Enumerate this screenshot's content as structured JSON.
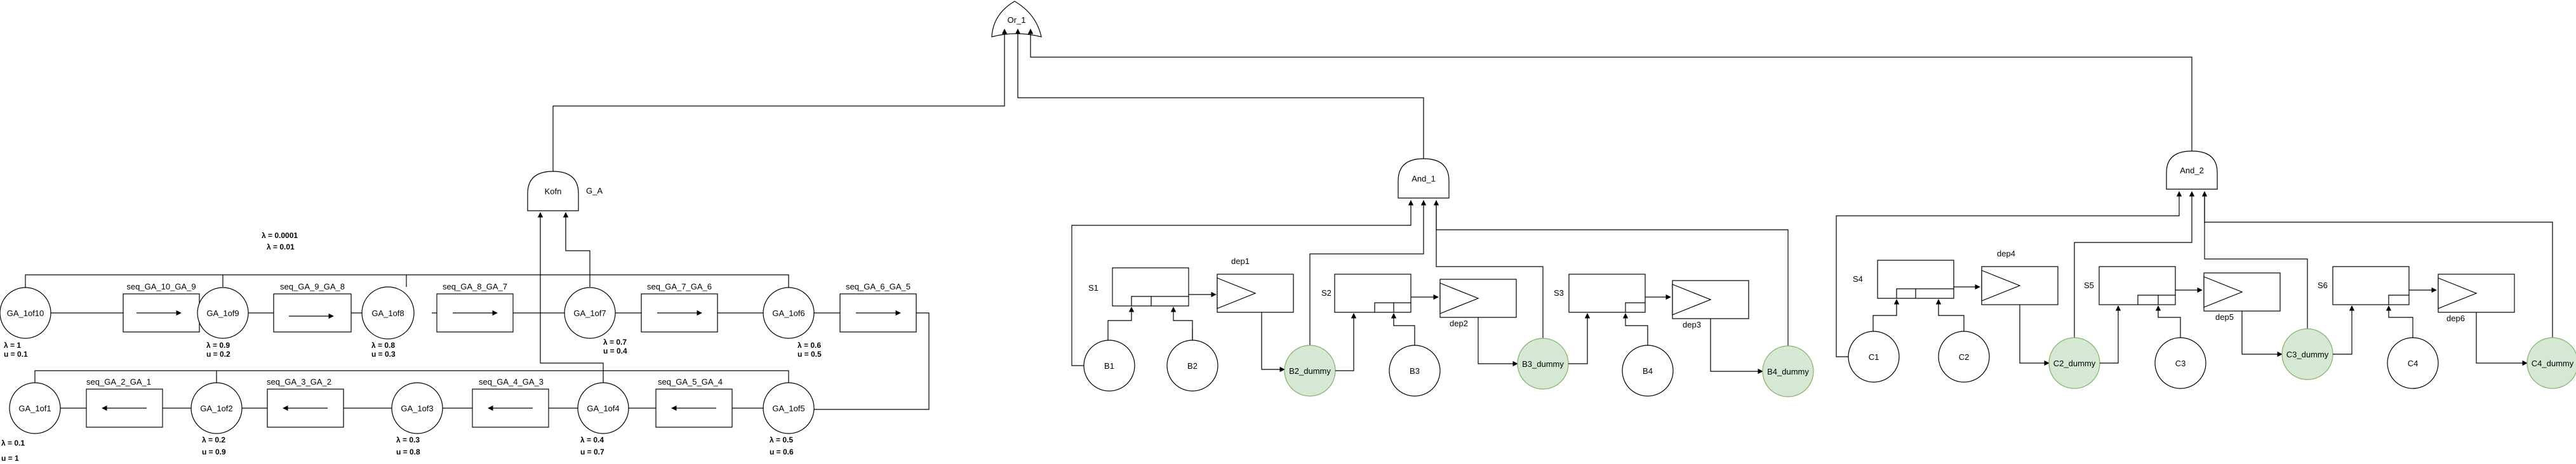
{
  "gates": {
    "or1": "Or_1",
    "kofn": "Kofn",
    "kofn_side": "G_A",
    "and1": "And_1",
    "and2": "And_2"
  },
  "rates_top": {
    "lambda": "λ = 0.0001",
    "lambda2": "λ = 0.01"
  },
  "ga": {
    "n10": "GA_1of10",
    "n9": "GA_1of9",
    "n8": "GA_1of8",
    "n7": "GA_1of7",
    "n6": "GA_1of6",
    "n1": "GA_1of1",
    "n2": "GA_1of2",
    "n3": "GA_1of3",
    "n4": "GA_1of4",
    "n5": "GA_1of5"
  },
  "seq": {
    "s10_9": "seq_GA_10_GA_9",
    "s9_8": "seq_GA_9_GA_8",
    "s8_7": "seq_GA_8_GA_7",
    "s7_6": "seq_GA_7_GA_6",
    "s6_5": "seq_GA_6_GA_5",
    "s2_1": "seq_GA_2_GA_1",
    "s3_2": "seq_GA_3_GA_2",
    "s4_3": "seq_GA_4_GA_3",
    "s5_4": "seq_GA_5_GA_4"
  },
  "params": {
    "p10_l": "λ = 1",
    "p10_u": "u = 0.1",
    "p9_l": "λ = 0.9",
    "p9_u": "u = 0.2",
    "p8_l": "λ = 0.8",
    "p8_u": "u = 0.3",
    "p7_l": "λ = 0.7",
    "p7_u": "u = 0.4",
    "p6_l": "λ = 0.6",
    "p6_u": "u = 0.5",
    "p1_l": "λ = 0.1",
    "p1_u": "u = 1",
    "p2_l": "λ = 0.2",
    "p2_u": "u = 0.9",
    "p3_l": "λ = 0.3",
    "p3_u": "u = 0.8",
    "p4_l": "λ = 0.4",
    "p4_u": "u = 0.7",
    "p5_l": "λ = 0.5",
    "p5_u": "u = 0.6"
  },
  "groupB": {
    "s1": "S1",
    "s2": "S2",
    "s3": "S3",
    "dep1": "dep1",
    "dep2": "dep2",
    "dep3": "dep3",
    "b1": "B1",
    "b2": "B2",
    "b3": "B3",
    "b4": "B4",
    "b2d": "B2_dummy",
    "b3d": "B3_dummy",
    "b4d": "B4_dummy"
  },
  "groupC": {
    "s4": "S4",
    "s5": "S5",
    "s6": "S6",
    "dep4": "dep4",
    "dep5": "dep5",
    "dep6": "dep6",
    "c1": "C1",
    "c2": "C2",
    "c3": "C3",
    "c4": "C4",
    "c2d": "C2_dummy",
    "c3d": "C3_dummy",
    "c4d": "C4_dummy"
  },
  "colors": {
    "dummy_fill": "#d5e8d4",
    "dummy_stroke": "#82b366",
    "line": "#000000"
  }
}
